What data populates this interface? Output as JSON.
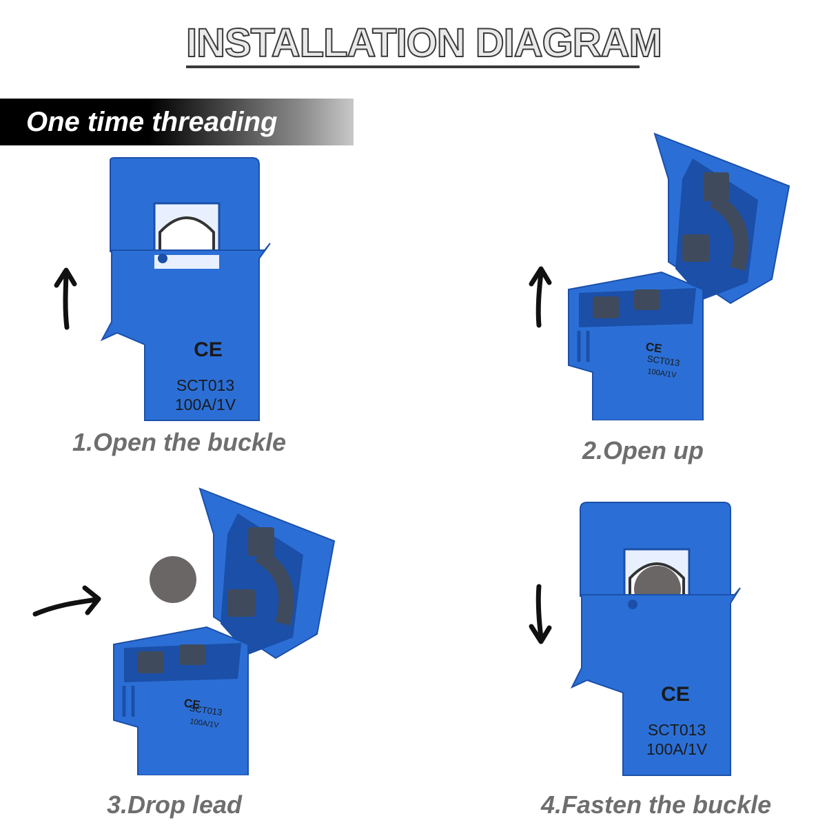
{
  "title": "INSTALLATION DIAGRAM",
  "banner": "One time threading",
  "colors": {
    "sensor_body": "#2b6fd6",
    "sensor_dark": "#1b4fa8",
    "lead": "#6b6666",
    "arrow": "#111111",
    "label_gray": "#6e6e6e"
  },
  "sensor_marking": {
    "ce": "CE",
    "model": "SCT013",
    "rating": "100A/1V"
  },
  "steps": [
    {
      "label": "1.Open the buckle",
      "arrow_icon": "arrow-up-icon"
    },
    {
      "label": "2.Open up",
      "arrow_icon": "arrow-up-icon"
    },
    {
      "label": "3.Drop lead",
      "arrow_icon": "arrow-right-icon"
    },
    {
      "label": "4.Fasten the buckle",
      "arrow_icon": "arrow-down-icon"
    }
  ]
}
